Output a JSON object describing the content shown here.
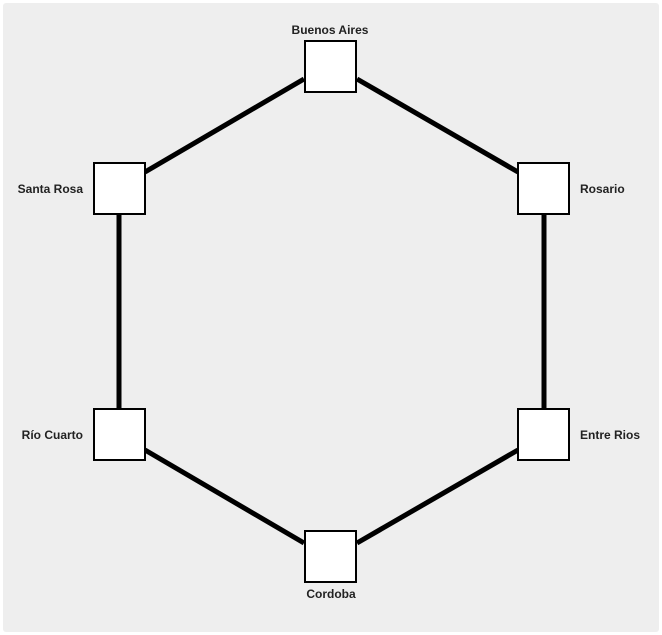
{
  "diagram": {
    "nodes": [
      {
        "id": "buenos-aires",
        "label": "Buenos Aires"
      },
      {
        "id": "rosario",
        "label": "Rosario"
      },
      {
        "id": "entre-rios",
        "label": "Entre Rios"
      },
      {
        "id": "cordoba",
        "label": "Cordoba"
      },
      {
        "id": "rio-cuarto",
        "label": "Río Cuarto"
      },
      {
        "id": "santa-rosa",
        "label": "Santa Rosa"
      }
    ],
    "edges": [
      {
        "from": "buenos-aires",
        "to": "rosario"
      },
      {
        "from": "rosario",
        "to": "entre-rios"
      },
      {
        "from": "entre-rios",
        "to": "cordoba"
      },
      {
        "from": "cordoba",
        "to": "rio-cuarto"
      },
      {
        "from": "rio-cuarto",
        "to": "santa-rosa"
      },
      {
        "from": "santa-rosa",
        "to": "buenos-aires"
      }
    ]
  }
}
